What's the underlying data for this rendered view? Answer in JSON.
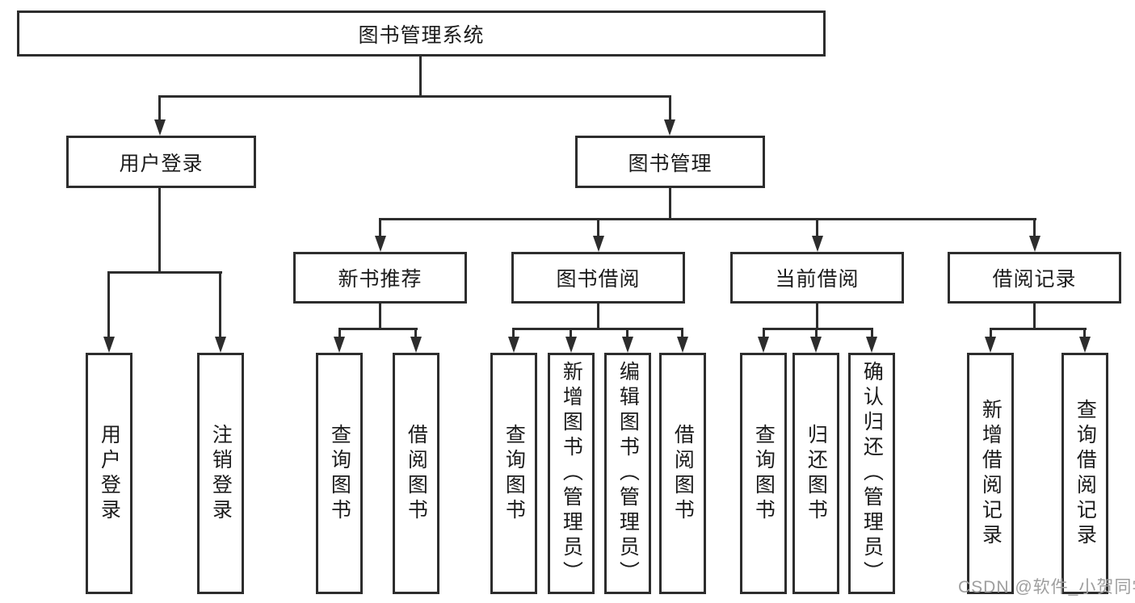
{
  "diagram": {
    "title": "图书管理系统",
    "level2": {
      "user_login": "用户登录",
      "book_management": "图书管理"
    },
    "level3": {
      "new_book_recommend": "新书推荐",
      "book_borrow": "图书借阅",
      "current_borrow": "当前借阅",
      "borrow_record": "借阅记录"
    },
    "leaves": {
      "user_login": "用户登录",
      "logout": "注销登录",
      "rec_query_book": "查询图书",
      "rec_borrow_book": "借阅图书",
      "bb_query_book": "查询图书",
      "bb_add_book": "新增图书（管理员）",
      "bb_edit_book": "编辑图书（管理员）",
      "bb_borrow_book": "借阅图书",
      "cb_query_book": "查询图书",
      "cb_return_book": "归还图书",
      "cb_confirm_return": "确认归还（管理员）",
      "br_add_record": "新增借阅记录",
      "br_query_record": "查询借阅记录"
    }
  },
  "watermark": "CSDN @软件_小贺同学",
  "colors": {
    "line": "#2d2d2d",
    "text": "#1b1b1b",
    "watermark": "#9e9e9e",
    "background": "#ffffff"
  }
}
